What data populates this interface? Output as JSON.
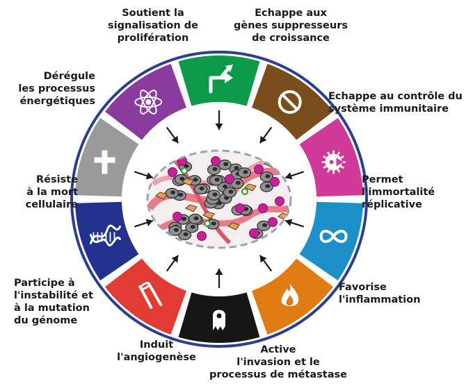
{
  "hallmarks": [
    {
      "name": "Soutient la signalisation de prolifération",
      "lines": [
        "Soutient la",
        "signalisation de",
        "prolifération"
      ],
      "color": "#0a9a4a",
      "icon": "arrow-icon"
    },
    {
      "name": "Echappe aux gènes suppresseurs de croissance",
      "lines": [
        "Echappe aux",
        "gènes suppresseurs",
        "de croissance"
      ],
      "color": "#7a4e1c",
      "icon": "prohibition-icon"
    },
    {
      "name": "Echappe au contrôle du système immunitaire",
      "lines": [
        "Echappe au contrôle du",
        "système immunitaire"
      ],
      "color": "#cf3a98",
      "icon": "immune-cell-icon"
    },
    {
      "name": "Permet l'immortalité réplicative",
      "lines": [
        "Permet",
        "l'immortalité",
        "réplicative"
      ],
      "color": "#1d8fc9",
      "icon": "infinity-icon"
    },
    {
      "name": "Favorise l'inflammation",
      "lines": [
        "Favorise",
        "l'inflammation"
      ],
      "color": "#e07a12",
      "icon": "flame-icon"
    },
    {
      "name": "Active l'invasion et le processus de métastase",
      "lines": [
        "Active",
        "l'invasion et le",
        "processus de métastase"
      ],
      "color": "#161616",
      "icon": "invasive-cell-icon"
    },
    {
      "name": "Induit l'angiogenèse",
      "lines": [
        "Induit",
        "l'angiogenèse"
      ],
      "color": "#e23b34",
      "icon": "blood-vessel-icon"
    },
    {
      "name": "Participe à l'instabilité et à la mutation du génome",
      "lines": [
        "Participe à",
        "l'instabilité et",
        "à la mutation",
        "du génome"
      ],
      "color": "#23318f",
      "icon": "dna-icon"
    },
    {
      "name": "Résiste à la mort cellulaire",
      "lines": [
        "Résiste",
        "à la mort",
        "cellulaire"
      ],
      "color": "#9a9a9a",
      "icon": "cross-icon"
    },
    {
      "name": "Dérégule les processus énergétiques",
      "lines": [
        "Dérégule",
        "les processus",
        "énergétiques"
      ],
      "color": "#8a3c9e",
      "icon": "atom-icon"
    }
  ],
  "colors": {
    "ring_border": "#2b3f8f",
    "arrow": "#1a1a1a"
  }
}
